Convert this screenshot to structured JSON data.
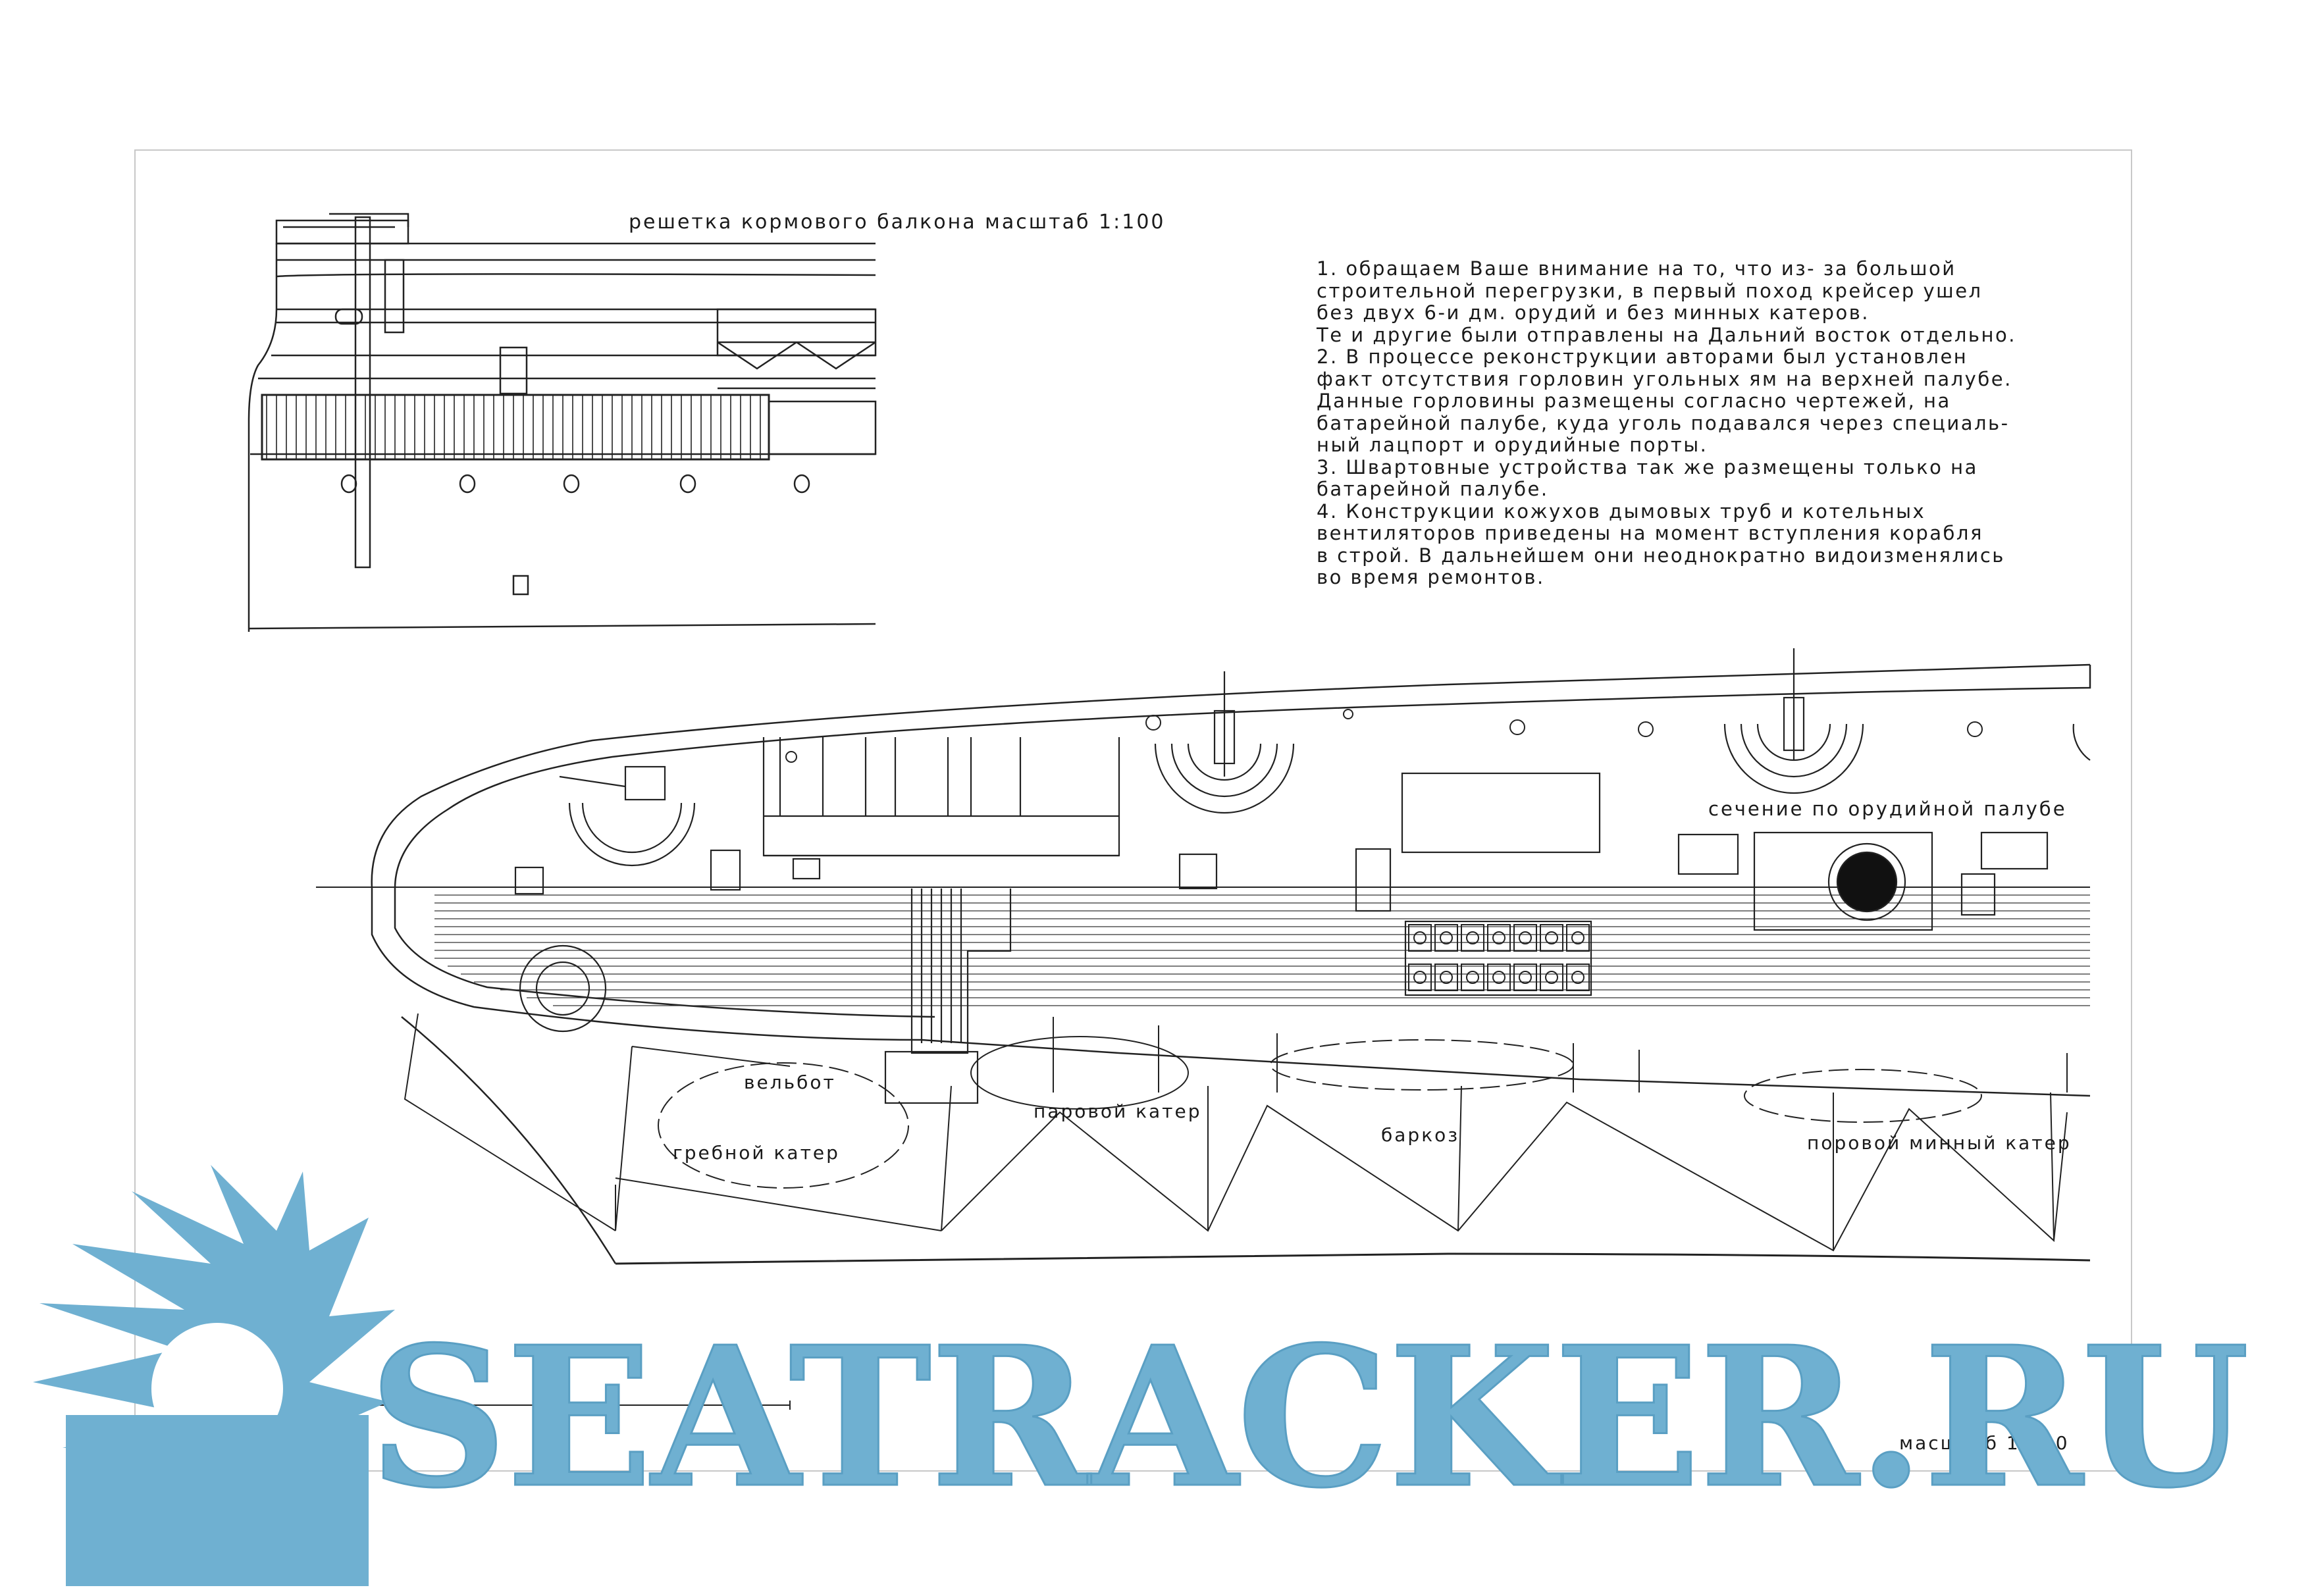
{
  "balcony_title": "решетка кормового балкона масштаб 1:100",
  "notes": [
    "1. обращаем Ваше внимание на то, что из- за большой",
    "строительной перегрузки, в первый поход крейсер ушел",
    "без двух 6-и дм. орудий и без минных катеров.",
    "Те и другие были отправлены на Дальний восток отдельно.",
    "2. В процессе реконструкции авторами был установлен",
    "факт отсутствия горловин угольных ям на верхней палубе.",
    "Данные горловины размещены согласно чертежей, на",
    "батарейной палубе, куда уголь подавался через специаль-",
    "ный лацпорт и орудийные порты.",
    "3. Швартовные устройства так же размещены только на",
    "батарейной палубе.",
    "4. Конструкции кожухов дымовых труб и котельных",
    "вентиляторов приведены на момент вступления корабля",
    "в строй. В дальнейшем они неоднократно видоизменялись",
    "во время ремонтов."
  ],
  "section_label": "сечение по орудийной палубе",
  "boats": {
    "whaleboat": "вельбот",
    "rowing_cutter": "гребной катер",
    "steam_cutter": "паровой катер",
    "launch": "баркоз",
    "steam_torpedo_cutter": "поровой минный катер"
  },
  "scale_label": "масштаб 1:200",
  "watermark": "SEATRACKER.RU",
  "colors": {
    "ink": "#1a1a1a",
    "watermark": "#6fb0d1"
  }
}
